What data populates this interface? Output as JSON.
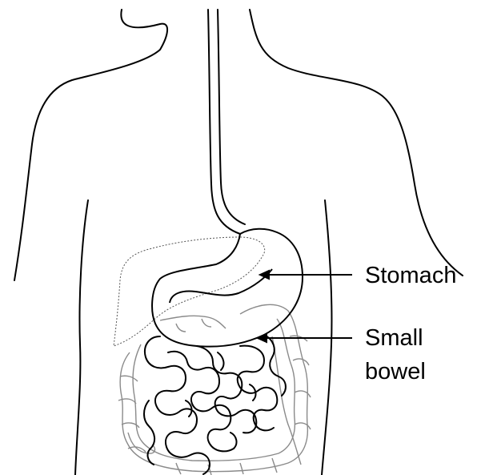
{
  "labels": {
    "stomach": "Stomach",
    "small_bowel_line1": "Small",
    "small_bowel_line2": "bowel"
  },
  "colors": {
    "outline": "#000000",
    "background": "#ffffff",
    "faint_organs": "#8a8a8a"
  }
}
